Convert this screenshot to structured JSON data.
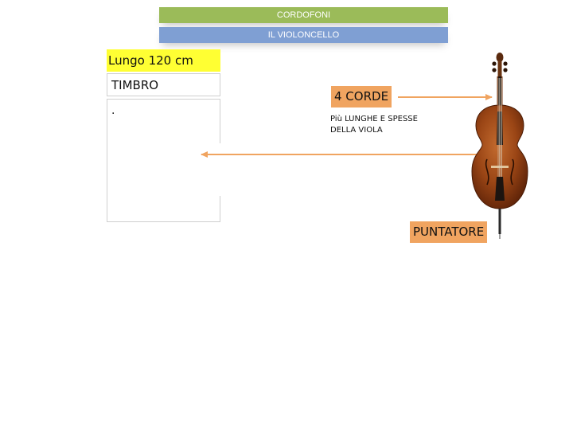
{
  "header": {
    "category": "CORDOFONI",
    "topic": "IL VIOLONCELLO"
  },
  "info": {
    "length": "Lungo 120 cm",
    "timbre": "TIMBRO",
    "notes": "."
  },
  "labels": {
    "strings": "4 CORDE",
    "strings_note": "Più LUNGHE E SPESSE DELLA VIOLA",
    "endpin": "PUNTATORE"
  },
  "colors": {
    "banner_top": "#9bbb59",
    "banner_bottom": "#7f9fd3",
    "highlight": "#ffff33",
    "tag": "#f0a460",
    "arrow": "#f0a460"
  },
  "icons": {
    "instrument": "cello-image"
  }
}
